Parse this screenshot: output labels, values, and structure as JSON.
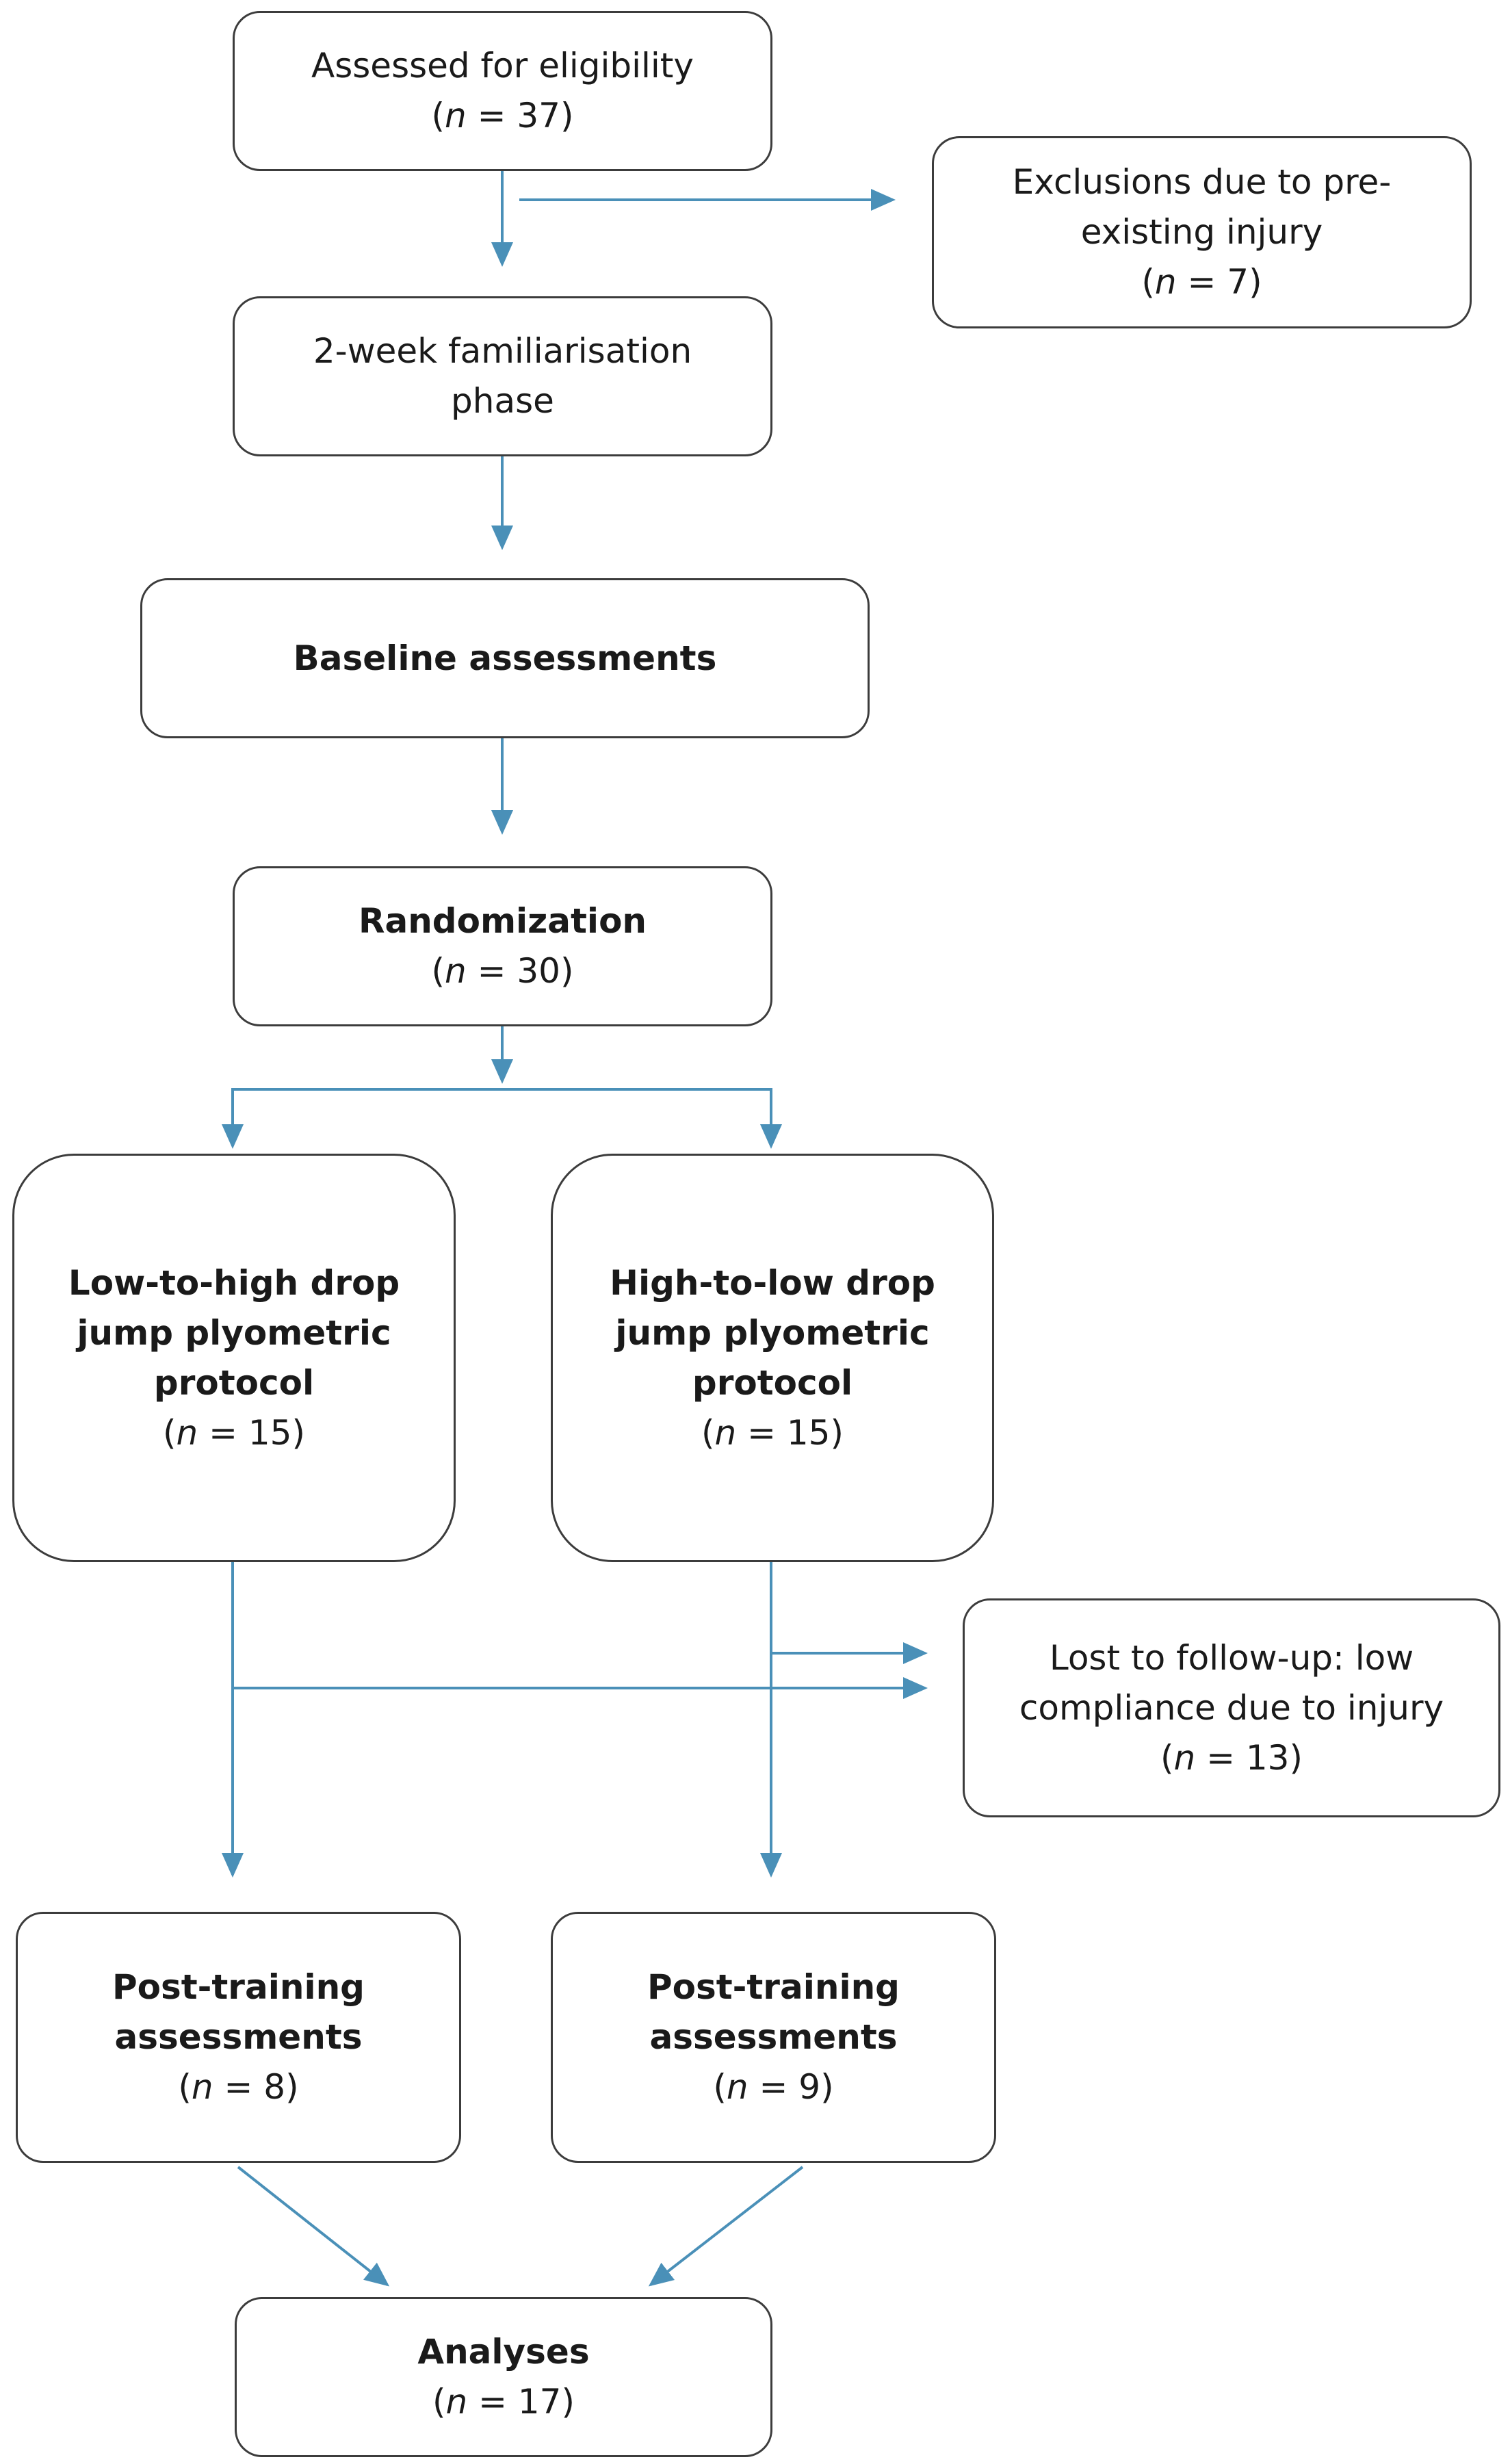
{
  "nodes": {
    "eligibility": {
      "title": "Assessed for eligibility",
      "n": "37"
    },
    "exclusions": {
      "title_line1": "Exclusions due to pre-",
      "title_line2": "existing injury",
      "n": "7"
    },
    "familiarisation": {
      "title_line1": "2-week familiarisation",
      "title_line2": "phase"
    },
    "baseline": {
      "title": "Baseline assessments"
    },
    "randomization": {
      "title": "Randomization",
      "n": "30"
    },
    "low_to_high": {
      "title_line1": "Low-to-high drop",
      "title_line2": "jump plyometric",
      "title_line3": "protocol",
      "n": "15"
    },
    "high_to_low": {
      "title_line1": "High-to-low drop",
      "title_line2": "jump plyometric",
      "title_line3": "protocol",
      "n": "15"
    },
    "lost": {
      "title_line1": "Lost to follow-up: low",
      "title_line2": "compliance due to injury",
      "n": "13"
    },
    "post_left": {
      "title_line1": "Post-training",
      "title_line2": "assessments",
      "n": "8"
    },
    "post_right": {
      "title_line1": "Post-training",
      "title_line2": "assessments",
      "n": "9"
    },
    "analyses": {
      "title": "Analyses",
      "n": "17"
    }
  },
  "n_prefix": "n",
  "colors": {
    "arrow": "#4a90b8",
    "border": "#3c3c3c"
  }
}
